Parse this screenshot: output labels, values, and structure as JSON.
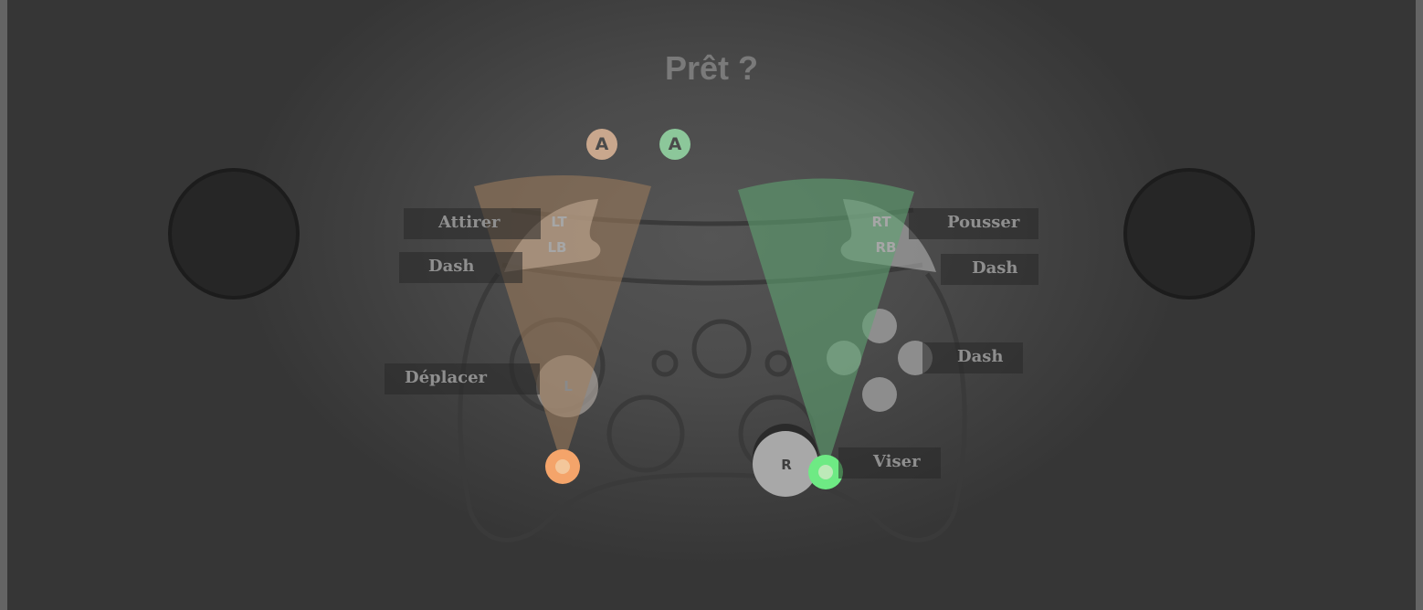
{
  "screen": {
    "title": "Prêt ?"
  },
  "players": [
    {
      "badge_label": "A",
      "color": "#c9a78d",
      "cursor_color": "#f4a46a"
    },
    {
      "badge_label": "A",
      "color": "#8cc79a",
      "cursor_color": "#6eea84"
    }
  ],
  "controls": {
    "left_trigger": {
      "button": "LT",
      "action": "Attirer"
    },
    "left_bumper": {
      "button": "LB",
      "action": "Dash"
    },
    "left_stick": {
      "button": "L",
      "action": "Déplacer"
    },
    "right_trigger": {
      "button": "RT",
      "action": "Pousser"
    },
    "right_bumper": {
      "button": "RB",
      "action": "Dash"
    },
    "face_buttons": {
      "action": "Dash"
    },
    "right_stick": {
      "button": "R",
      "action": "Viser"
    }
  },
  "colors": {
    "background": "#3a3a3a",
    "label_text": "#8f8f8f",
    "title_text": "#7a7a7a",
    "p1_cone": "#a07e5c",
    "p2_cone": "#5fa272"
  }
}
